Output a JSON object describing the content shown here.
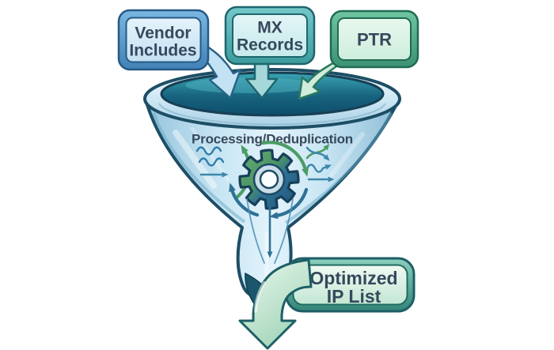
{
  "diagram": {
    "inputs": [
      {
        "id": "vendor-includes",
        "line1": "Vendor",
        "line2": "Includes"
      },
      {
        "id": "mx-records",
        "line1": "MX",
        "line2": "Records"
      },
      {
        "id": "ptr",
        "line1": "PTR"
      }
    ],
    "process": {
      "label": "Processing/Deduplication"
    },
    "output": {
      "line1": "Optimized",
      "line2": "IP List"
    },
    "icons": [
      "gear-icon",
      "rotation-arrow-icon",
      "squiggle-lines-icon",
      "flow-arrow-icon",
      "down-arrow-icon"
    ],
    "colors": {
      "vendor_accent": "#4b89bb",
      "mx_accent": "#45a5a7",
      "ptr_accent": "#47a282",
      "funnel_outline": "#1d4e66",
      "pool_dark": "#0d4e6a",
      "gear_green": "#4c9c66",
      "gear_blue": "#2e7195",
      "banner_accent": "#3a8d80",
      "text": "#36485c"
    }
  }
}
